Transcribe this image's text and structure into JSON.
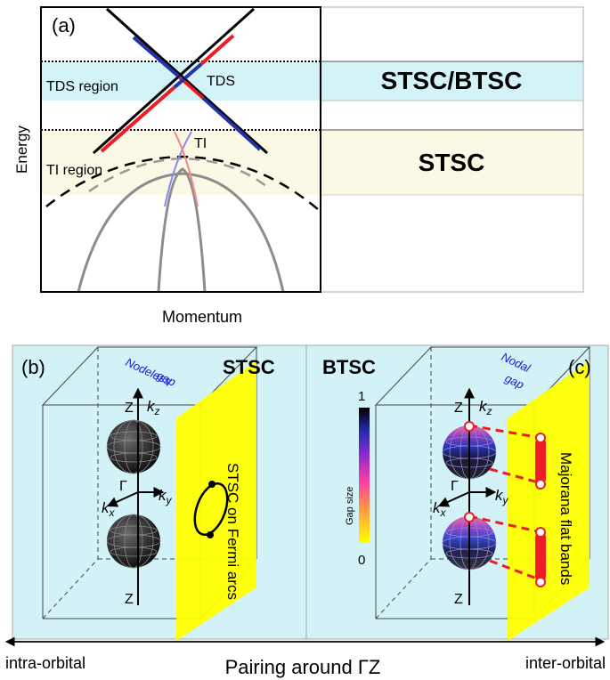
{
  "panel_a": {
    "label": "(a)",
    "y_axis_label": "Energy",
    "x_axis_label": "Momentum",
    "tds_region_label": "TDS region",
    "tds_point_label": "TDS",
    "ti_region_label": "TI region",
    "ti_point_label": "TI",
    "tds_band_label": "STSC/BTSC",
    "ti_band_label": "STSC"
  },
  "panel_b": {
    "label": "(b)",
    "title": "STSC",
    "gap_label_line1": "Nodeless",
    "gap_label_line2": "gap",
    "plane_label": "STSC on Fermi arcs",
    "axis_z_top": "Z",
    "axis_z_bottom": "Z",
    "axis_kz": "k",
    "axis_kz_sub": "z",
    "axis_kx": "k",
    "axis_kx_sub": "x",
    "axis_ky": "k",
    "axis_ky_sub": "y",
    "axis_gamma": "Γ"
  },
  "panel_c": {
    "label": "(c)",
    "title": "BTSC",
    "gap_label_line1": "Nodal",
    "gap_label_line2": "gap",
    "plane_label": "Majorana flat bands",
    "colorbar_title": "Gap size",
    "colorbar_max": "1",
    "colorbar_min": "0",
    "axis_z_top": "Z",
    "axis_z_bottom": "Z",
    "axis_kz": "k",
    "axis_kz_sub": "z",
    "axis_kx": "k",
    "axis_kx_sub": "x",
    "axis_ky": "k",
    "axis_ky_sub": "y",
    "axis_gamma": "Γ"
  },
  "bottom_axis": {
    "left_label": "intra-orbital",
    "right_label": "inter-orbital",
    "center_label": "Pairing around ΓZ"
  },
  "colors": {
    "tds_band": "#d4f3f6",
    "ti_band": "#fbf8e6",
    "lower_panel_bg": "#d3f2f7",
    "plane_yellow": "#ffff00",
    "red": "#ee1c24",
    "blue": "#2233aa",
    "gap_label": "#1a1acc"
  }
}
